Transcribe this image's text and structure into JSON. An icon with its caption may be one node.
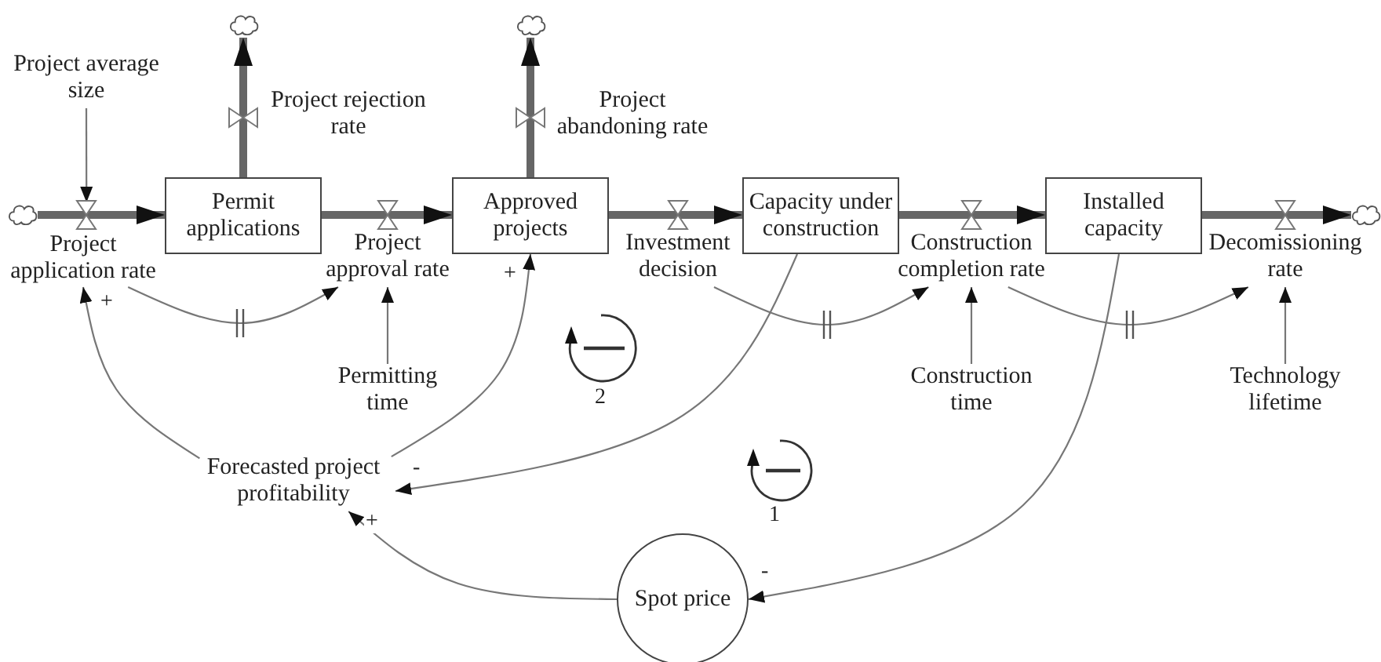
{
  "diagram": {
    "nodes": [
      {
        "text": [],
        "shape": "cloud"
      },
      {
        "text": [
          "Permit applications"
        ]
      },
      {
        "text": [
          "Approved projects"
        ]
      },
      {
        "text": [
          "Capacity under construction"
        ]
      },
      {
        "text": [
          "Installed capacity"
        ]
      },
      {
        "text": [],
        "shape": "cloud"
      },
      {
        "text": [],
        "shape": "cloud"
      },
      {
        "text": [],
        "shape": "cloud"
      },
      {
        "text": [
          "Project application rate"
        ]
      },
      {
        "text": [
          "Project approval rate"
        ]
      },
      {
        "text": [
          "Investment decision"
        ]
      },
      {
        "text": [
          "Construction completion rate"
        ]
      },
      {
        "text": [
          "Decomissioning rate"
        ]
      },
      {
        "text": [
          "Project rejection rate"
        ]
      },
      {
        "text": [
          "Project abandoning rate"
        ]
      },
      {
        "text": [
          "Project average size"
        ]
      },
      {
        "text": [
          "Permitting time"
        ]
      },
      {
        "text": [
          "Construction time"
        ]
      },
      {
        "text": [
          "Technology lifetime"
        ]
      },
      {
        "text": [
          "Forecasted project profitability"
        ]
      },
      {
        "text": [
          "Spot price"
        ]
      }
    ],
    "edges": [
      {
        "from": 0,
        "to": 1,
        "arrow": "to",
        "style": "thick"
      },
      {
        "from": 1,
        "to": 2,
        "arrow": "to",
        "style": "thick"
      },
      {
        "from": 2,
        "to": 3,
        "arrow": "to",
        "style": "thick"
      },
      {
        "from": 3,
        "to": 4,
        "arrow": "to",
        "style": "thick"
      },
      {
        "from": 4,
        "to": 5,
        "arrow": "to",
        "style": "thick"
      },
      {
        "from": 1,
        "to": 6,
        "arrow": "to",
        "style": "thick"
      },
      {
        "from": 2,
        "to": 7,
        "arrow": "to",
        "style": "thick"
      },
      {
        "from": 15,
        "to": 8,
        "arrow": "to"
      },
      {
        "from": 8,
        "to": 9,
        "arrow": "to"
      },
      {
        "from": 16,
        "to": 9,
        "arrow": "to"
      },
      {
        "from": 10,
        "to": 11,
        "arrow": "to"
      },
      {
        "from": 17,
        "to": 11,
        "arrow": "to"
      },
      {
        "from": 11,
        "to": 12,
        "arrow": "to"
      },
      {
        "from": 18,
        "to": 12,
        "arrow": "to"
      },
      {
        "from": 19,
        "to": 8,
        "arrow": "to",
        "label": "+"
      },
      {
        "from": 19,
        "to": 2,
        "arrow": "to",
        "label": "+"
      },
      {
        "from": 3,
        "to": 19,
        "arrow": "to",
        "label": "-"
      },
      {
        "from": 4,
        "to": 20,
        "arrow": "to",
        "label": "-"
      },
      {
        "from": 20,
        "to": 19,
        "arrow": "to",
        "label": "+"
      }
    ],
    "labels": [
      "2",
      "1"
    ]
  }
}
